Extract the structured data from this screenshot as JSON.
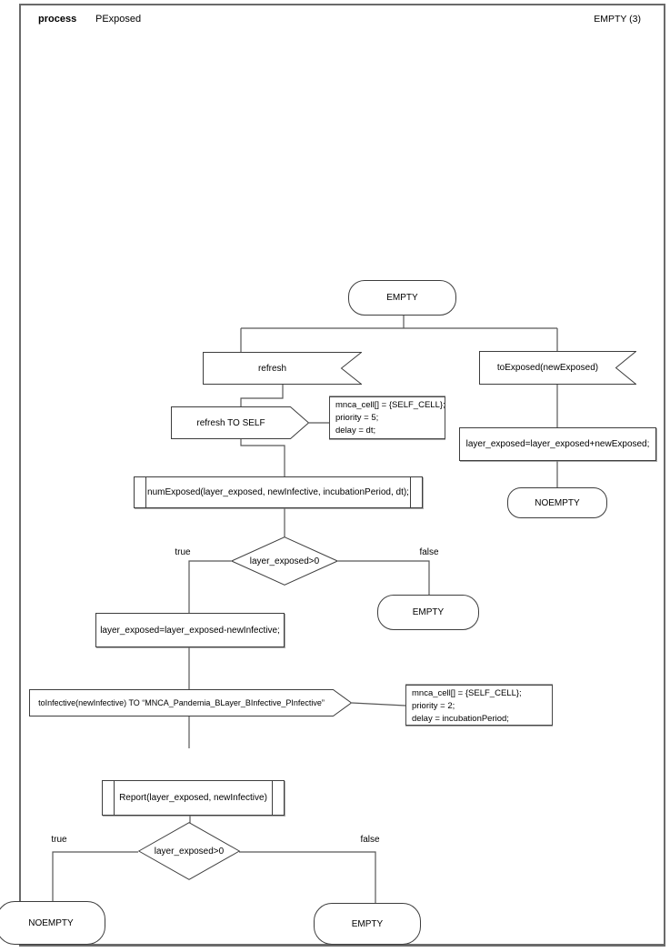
{
  "header": {
    "kind": "process",
    "name": "PExposed",
    "instance_label": "EMPTY (3)"
  },
  "nodes": {
    "start_state": "EMPTY",
    "input_refresh": "refresh",
    "input_to_exposed": "toExposed(newExposed)",
    "output_refresh_to_self": "refresh TO SELF",
    "note_refresh": {
      "line1": "mnca_cell[] = {SELF_CELL};",
      "line2": "priority = 5;",
      "line3": "delay = dt;"
    },
    "task_add_exposed": "layer_exposed=layer_exposed+newExposed;",
    "state_noempty_right": "NOEMPTY",
    "proc_num_exposed": "numExposed(layer_exposed, newInfective, incubationPeriod, dt);",
    "decision_exposed_1": "layer_exposed>0",
    "label_true_1": "true",
    "label_false_1": "false",
    "state_empty_false": "EMPTY",
    "task_subtract_infective": "layer_exposed=layer_exposed-newInfective;",
    "output_to_infective": "toInfective(newInfective) TO “MNCA_Pandemia_BLayer_BInfective_PInfective”",
    "note_to_infective": {
      "line1": "mnca_cell[] = {SELF_CELL};",
      "line2": "priority = 2;",
      "line3": "delay = incubationPeriod;"
    },
    "proc_report": "Report(layer_exposed, newInfective)",
    "decision_exposed_2": "layer_exposed>0",
    "label_true_2": "true",
    "label_false_2": "false",
    "state_noempty_bottom": "NOEMPTY",
    "state_empty_bottom": "EMPTY"
  },
  "colors": {
    "background": "#ffffff",
    "shape_border": "#3d3d3d",
    "wire": "#575757",
    "frame_border": "#6a6a6a",
    "text": "#000000"
  }
}
